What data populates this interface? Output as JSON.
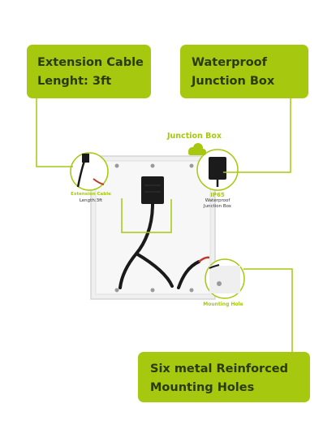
{
  "callouts": {
    "extension_cable": {
      "line1": "Extension Cable",
      "line2": "Lenght: 3ft"
    },
    "junction_box": {
      "line1": "Waterproof",
      "line2": "Junction Box"
    },
    "mounting_holes": {
      "line1": "Six metal Reinforced",
      "line2": "Mounting Holes"
    }
  },
  "labels": {
    "junction_box_title": "Junction Box",
    "extension_cable_small": "Extension Cable",
    "length_small": "Length:3ft",
    "ip65": "IP65",
    "waterproof_small": "Waterproof",
    "junction_box_small": "Junction Box",
    "mounting_hole": "Mounting Hole"
  },
  "icons": {
    "cloud": "cloud-icon"
  },
  "colors": {
    "accent": "#a6c80f",
    "callout_text": "#2b3a0c",
    "panel": "#f0f0f0",
    "cable": "#1a1a1a"
  }
}
